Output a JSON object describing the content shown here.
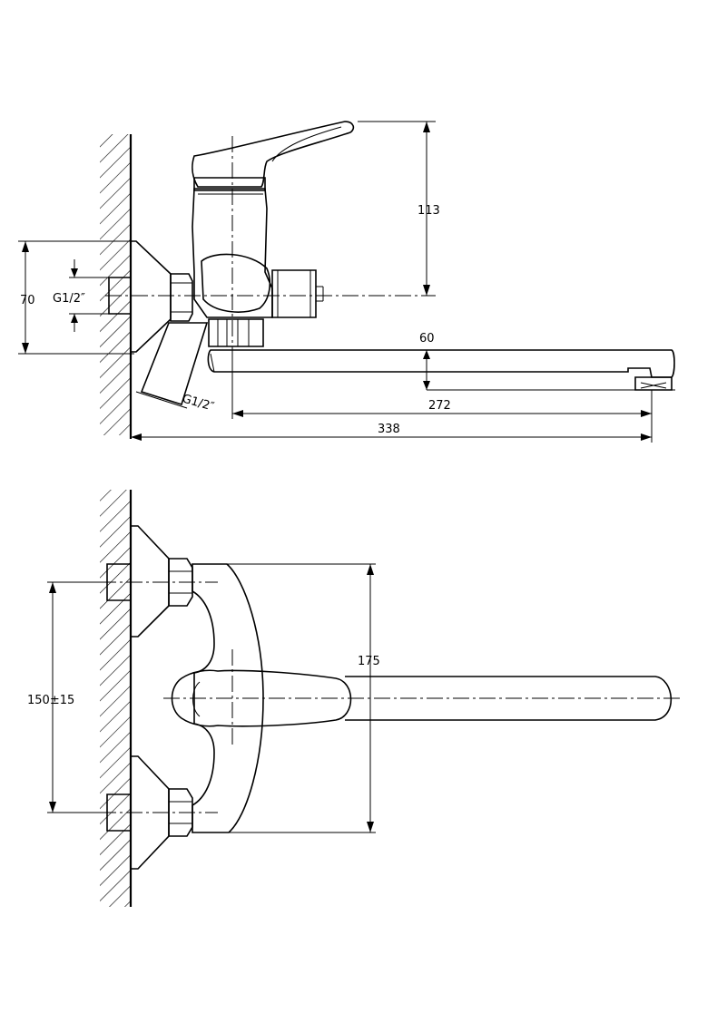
{
  "dimensions": {
    "handle_height": "113",
    "inlet_height": "70",
    "inlet_thread": "G1/2″",
    "diverter_thread": "G1/2″",
    "spout_drop": "60",
    "spout_reach": "272",
    "total_reach": "338",
    "inlet_spacing": "150±15",
    "body_height": "175"
  },
  "colors": {
    "line": "#000000",
    "background": "#ffffff"
  }
}
